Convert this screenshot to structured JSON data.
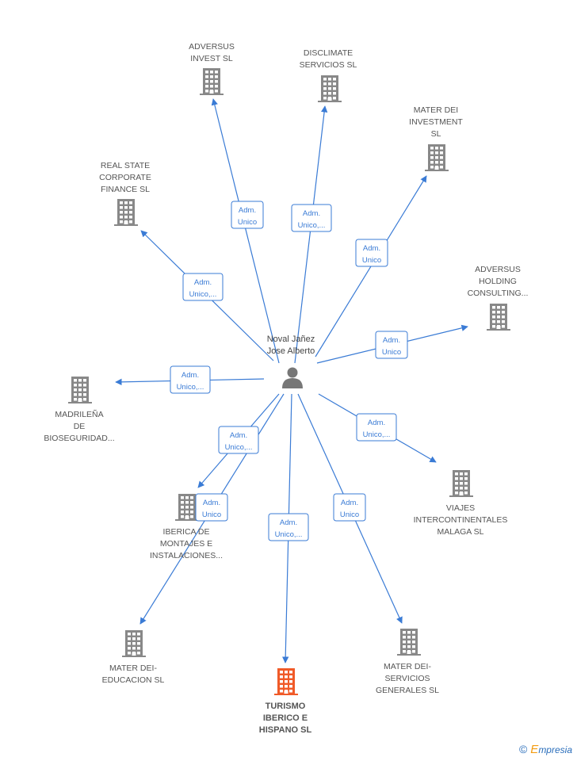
{
  "center": {
    "name_lines": [
      "Noval Jañez",
      "Jose Alberto"
    ],
    "icon": "person-icon"
  },
  "companies": [
    {
      "id": "adversus-invest",
      "lines": [
        "ADVERSUS",
        "INVEST  SL"
      ],
      "highlight": false
    },
    {
      "id": "disclimate",
      "lines": [
        "DISCLIMATE",
        "SERVICIOS  SL"
      ],
      "highlight": false
    },
    {
      "id": "mater-dei-investment",
      "lines": [
        "MATER DEI",
        "INVESTMENT",
        "SL"
      ],
      "highlight": false
    },
    {
      "id": "real-state",
      "lines": [
        "REAL STATE",
        "CORPORATE",
        "FINANCE  SL"
      ],
      "highlight": false
    },
    {
      "id": "adversus-holding",
      "lines": [
        "ADVERSUS",
        "HOLDING",
        "CONSULTING..."
      ],
      "highlight": false
    },
    {
      "id": "madrilena",
      "lines": [
        "MADRILEÑA",
        "DE",
        "BIOSEGURIDAD..."
      ],
      "highlight": false
    },
    {
      "id": "viajes",
      "lines": [
        "VIAJES",
        "INTERCONTINENTALES",
        "MALAGA  SL"
      ],
      "highlight": false
    },
    {
      "id": "iberica",
      "lines": [
        "IBERICA DE",
        "MONTAJES E",
        "INSTALACIONES..."
      ],
      "highlight": false
    },
    {
      "id": "mater-dei-educacion",
      "lines": [
        "MATER DEI-",
        "EDUCACION  SL"
      ],
      "highlight": false
    },
    {
      "id": "turismo",
      "lines": [
        "TURISMO",
        "IBERICO E",
        "HISPANO  SL"
      ],
      "highlight": true
    },
    {
      "id": "mater-dei-servicios",
      "lines": [
        "MATER DEI-",
        "SERVICIOS",
        "GENERALES  SL"
      ],
      "highlight": false
    }
  ],
  "edges": [
    {
      "to": "adversus-invest",
      "label_lines": [
        "Adm.",
        "Unico"
      ]
    },
    {
      "to": "disclimate",
      "label_lines": [
        "Adm.",
        "Unico,..."
      ]
    },
    {
      "to": "mater-dei-investment",
      "label_lines": [
        "Adm.",
        "Unico"
      ]
    },
    {
      "to": "real-state",
      "label_lines": [
        "Adm.",
        "Unico,..."
      ]
    },
    {
      "to": "adversus-holding",
      "label_lines": [
        "Adm.",
        "Unico"
      ]
    },
    {
      "to": "madrilena",
      "label_lines": [
        "Adm.",
        "Unico,..."
      ]
    },
    {
      "to": "viajes",
      "label_lines": [
        "Adm.",
        "Unico,..."
      ]
    },
    {
      "to": "iberica",
      "label_lines": [
        "Adm.",
        "Unico,..."
      ]
    },
    {
      "to": "mater-dei-educacion",
      "label_lines": [
        "Adm.",
        "Unico"
      ]
    },
    {
      "to": "turismo",
      "label_lines": [
        "Adm.",
        "Unico,..."
      ]
    },
    {
      "to": "mater-dei-servicios",
      "label_lines": [
        "Adm.",
        "Unico"
      ]
    }
  ],
  "footer": {
    "copyright_symbol": "©",
    "brand_first_letter": "E",
    "brand_rest": "mpresia"
  },
  "colors": {
    "edge": "#3a7bd5",
    "building": "#888888",
    "building_highlight": "#f05a28"
  }
}
